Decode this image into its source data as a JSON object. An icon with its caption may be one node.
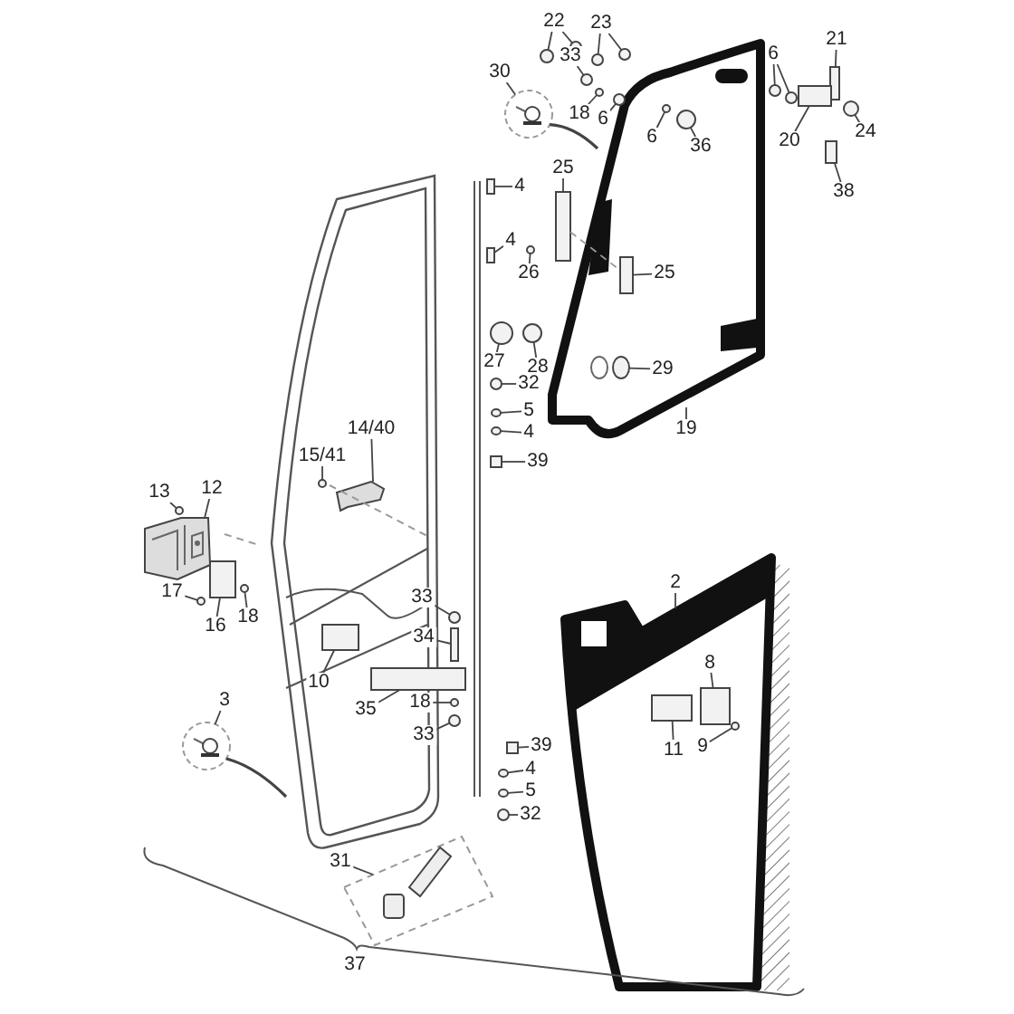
{
  "diagram": {
    "nodes": [
      {
        "text": [
          "22"
        ]
      },
      {
        "text": [],
        "shape": "circle"
      },
      {
        "text": [],
        "shape": "circle"
      },
      {
        "text": [
          "23"
        ]
      },
      {
        "text": [],
        "shape": "circle"
      },
      {
        "text": [],
        "shape": "circle"
      },
      {
        "text": [
          "33"
        ]
      },
      {
        "text": [],
        "shape": "circle"
      },
      {
        "text": [
          "30"
        ]
      },
      {
        "text": [],
        "shape": "picture"
      },
      {
        "text": [
          "18"
        ]
      },
      {
        "text": [],
        "shape": "circle"
      },
      {
        "text": [
          "6"
        ]
      },
      {
        "text": [],
        "shape": "circle"
      },
      {
        "text": [
          "6"
        ],
        "in": 52
      },
      {
        "text": [],
        "shape": "circle",
        "in": 52
      },
      {
        "text": [
          "36"
        ],
        "in": 52
      },
      {
        "text": [],
        "shape": "circle",
        "in": 52
      },
      {
        "text": [
          "6"
        ]
      },
      {
        "text": [],
        "shape": "circle"
      },
      {
        "text": [],
        "shape": "circle"
      },
      {
        "text": [
          "21"
        ]
      },
      {
        "text": [],
        "shape": "box"
      },
      {
        "text": [
          "20"
        ]
      },
      {
        "text": [],
        "shape": "box"
      },
      {
        "text": [
          "24"
        ]
      },
      {
        "text": [],
        "shape": "circle"
      },
      {
        "text": [
          "38"
        ]
      },
      {
        "text": [],
        "shape": "box"
      },
      {
        "text": [
          "4"
        ]
      },
      {
        "text": [],
        "shape": "box"
      },
      {
        "text": [
          "25"
        ]
      },
      {
        "text": [],
        "shape": "box"
      },
      {
        "text": [
          "4"
        ]
      },
      {
        "text": [],
        "shape": "box"
      },
      {
        "text": [
          "26"
        ]
      },
      {
        "text": [],
        "shape": "circle"
      },
      {
        "text": [
          "25"
        ],
        "in": 52
      },
      {
        "text": [],
        "shape": "box",
        "in": 52
      },
      {
        "text": [
          "27"
        ]
      },
      {
        "text": [],
        "shape": "circle"
      },
      {
        "text": [
          "28"
        ]
      },
      {
        "text": [],
        "shape": "circle"
      },
      {
        "text": [
          "29"
        ],
        "in": 52
      },
      {
        "text": [],
        "shape": "circle",
        "in": 52
      },
      {
        "text": [
          "32"
        ]
      },
      {
        "text": [],
        "shape": "circle"
      },
      {
        "text": [
          "5"
        ]
      },
      {
        "text": [],
        "shape": "circle"
      },
      {
        "text": [
          "4"
        ]
      },
      {
        "text": [],
        "shape": "circle"
      },
      {
        "text": [
          "19"
        ]
      },
      {
        "text": [],
        "shape": "picture"
      },
      {
        "text": [
          "39"
        ]
      },
      {
        "text": [],
        "shape": "box"
      },
      {
        "text": [
          "14/40"
        ]
      },
      {
        "text": [],
        "shape": "picture"
      },
      {
        "text": [
          "15/41"
        ]
      },
      {
        "text": [],
        "shape": "circle"
      },
      {
        "text": [
          "13"
        ]
      },
      {
        "text": [],
        "shape": "circle"
      },
      {
        "text": [
          "12"
        ]
      },
      {
        "text": [],
        "shape": "picture"
      },
      {
        "text": [
          "17"
        ]
      },
      {
        "text": [],
        "shape": "circle"
      },
      {
        "text": [
          "16"
        ]
      },
      {
        "text": [],
        "shape": "box"
      },
      {
        "text": [
          "18"
        ]
      },
      {
        "text": [],
        "shape": "circle"
      },
      {
        "text": [
          "10"
        ]
      },
      {
        "text": [],
        "shape": "box"
      },
      {
        "text": [
          "33"
        ]
      },
      {
        "text": [],
        "shape": "circle"
      },
      {
        "text": [
          "34"
        ]
      },
      {
        "text": [],
        "shape": "box"
      },
      {
        "text": [
          "35"
        ]
      },
      {
        "text": [],
        "shape": "box"
      },
      {
        "text": [
          "18"
        ]
      },
      {
        "text": [],
        "shape": "circle"
      },
      {
        "text": [
          "33"
        ]
      },
      {
        "text": [],
        "shape": "circle"
      },
      {
        "text": [
          "3"
        ]
      },
      {
        "text": [],
        "shape": "picture"
      },
      {
        "text": [
          "39"
        ]
      },
      {
        "text": [],
        "shape": "box"
      },
      {
        "text": [
          "4"
        ]
      },
      {
        "text": [],
        "shape": "circle"
      },
      {
        "text": [
          "5"
        ]
      },
      {
        "text": [],
        "shape": "circle"
      },
      {
        "text": [
          "32"
        ]
      },
      {
        "text": [],
        "shape": "circle"
      },
      {
        "text": [
          "2"
        ]
      },
      {
        "text": [],
        "shape": "picture"
      },
      {
        "text": [
          "8"
        ],
        "in": 92
      },
      {
        "text": [],
        "shape": "box",
        "in": 92
      },
      {
        "text": [
          "11"
        ],
        "in": 92
      },
      {
        "text": [],
        "shape": "box",
        "in": 92
      },
      {
        "text": [
          "9"
        ],
        "in": 92
      },
      {
        "text": [],
        "shape": "circle",
        "in": 92
      },
      {
        "text": [
          "31"
        ]
      },
      {
        "text": [],
        "shape": "picture"
      },
      {
        "text": [
          "37"
        ]
      }
    ],
    "edges": [
      {
        "from": 0,
        "to": 1,
        "arrow": "none"
      },
      {
        "from": 0,
        "to": 2,
        "arrow": "none"
      },
      {
        "from": 3,
        "to": 4,
        "arrow": "none"
      },
      {
        "from": 3,
        "to": 5,
        "arrow": "none"
      },
      {
        "from": 6,
        "to": 7,
        "arrow": "none"
      },
      {
        "from": 8,
        "to": 9,
        "arrow": "none"
      },
      {
        "from": 9,
        "to": 52,
        "arrow": "none"
      },
      {
        "from": 10,
        "to": 11,
        "arrow": "none"
      },
      {
        "from": 12,
        "to": 13,
        "arrow": "none"
      },
      {
        "from": 14,
        "to": 15,
        "arrow": "none"
      },
      {
        "from": 16,
        "to": 17,
        "arrow": "none"
      },
      {
        "from": 18,
        "to": 19,
        "arrow": "none"
      },
      {
        "from": 18,
        "to": 20,
        "arrow": "none"
      },
      {
        "from": 21,
        "to": 22,
        "arrow": "none"
      },
      {
        "from": 23,
        "to": 24,
        "arrow": "none"
      },
      {
        "from": 25,
        "to": 26,
        "arrow": "none"
      },
      {
        "from": 27,
        "to": 28,
        "arrow": "none"
      },
      {
        "from": 29,
        "to": 30,
        "arrow": "none"
      },
      {
        "from": 31,
        "to": 32,
        "arrow": "none"
      },
      {
        "from": 33,
        "to": 34,
        "arrow": "none"
      },
      {
        "from": 35,
        "to": 36,
        "arrow": "none"
      },
      {
        "from": 37,
        "to": 38,
        "arrow": "none"
      },
      {
        "from": 39,
        "to": 40,
        "arrow": "none"
      },
      {
        "from": 41,
        "to": 42,
        "arrow": "none"
      },
      {
        "from": 43,
        "to": 44,
        "arrow": "none"
      },
      {
        "from": 45,
        "to": 46,
        "arrow": "none"
      },
      {
        "from": 47,
        "to": 48,
        "arrow": "none"
      },
      {
        "from": 49,
        "to": 50,
        "arrow": "none"
      },
      {
        "from": 51,
        "to": 52,
        "arrow": "none"
      },
      {
        "from": 53,
        "to": 54,
        "arrow": "none"
      },
      {
        "from": 55,
        "to": 56,
        "arrow": "none"
      },
      {
        "from": 57,
        "to": 58,
        "arrow": "none"
      },
      {
        "from": 59,
        "to": 60,
        "arrow": "none"
      },
      {
        "from": 61,
        "to": 62,
        "arrow": "none"
      },
      {
        "from": 63,
        "to": 64,
        "arrow": "none"
      },
      {
        "from": 65,
        "to": 66,
        "arrow": "none"
      },
      {
        "from": 67,
        "to": 68,
        "arrow": "none"
      },
      {
        "from": 69,
        "to": 70,
        "arrow": "none"
      },
      {
        "from": 71,
        "to": 72,
        "arrow": "none"
      },
      {
        "from": 73,
        "to": 74,
        "arrow": "none"
      },
      {
        "from": 75,
        "to": 76,
        "arrow": "none"
      },
      {
        "from": 77,
        "to": 78,
        "arrow": "none"
      },
      {
        "from": 79,
        "to": 80,
        "arrow": "none"
      },
      {
        "from": 81,
        "to": 82,
        "arrow": "none"
      },
      {
        "from": 82,
        "to": null,
        "arrow": "none"
      },
      {
        "from": 83,
        "to": 84,
        "arrow": "none"
      },
      {
        "from": 85,
        "to": 86,
        "arrow": "none"
      },
      {
        "from": 87,
        "to": 88,
        "arrow": "none"
      },
      {
        "from": 89,
        "to": 90,
        "arrow": "none"
      },
      {
        "from": 91,
        "to": 92,
        "arrow": "none"
      },
      {
        "from": 93,
        "to": 96,
        "arrow": "none"
      },
      {
        "from": 95,
        "to": 94,
        "arrow": "none"
      },
      {
        "from": 97,
        "to": 98,
        "arrow": "none"
      },
      {
        "from": 99,
        "to": 100,
        "arrow": "none"
      },
      {
        "from": 32,
        "to": 38,
        "arrow": "none",
        "style": "dashed",
        "color": "#999999"
      }
    ]
  }
}
